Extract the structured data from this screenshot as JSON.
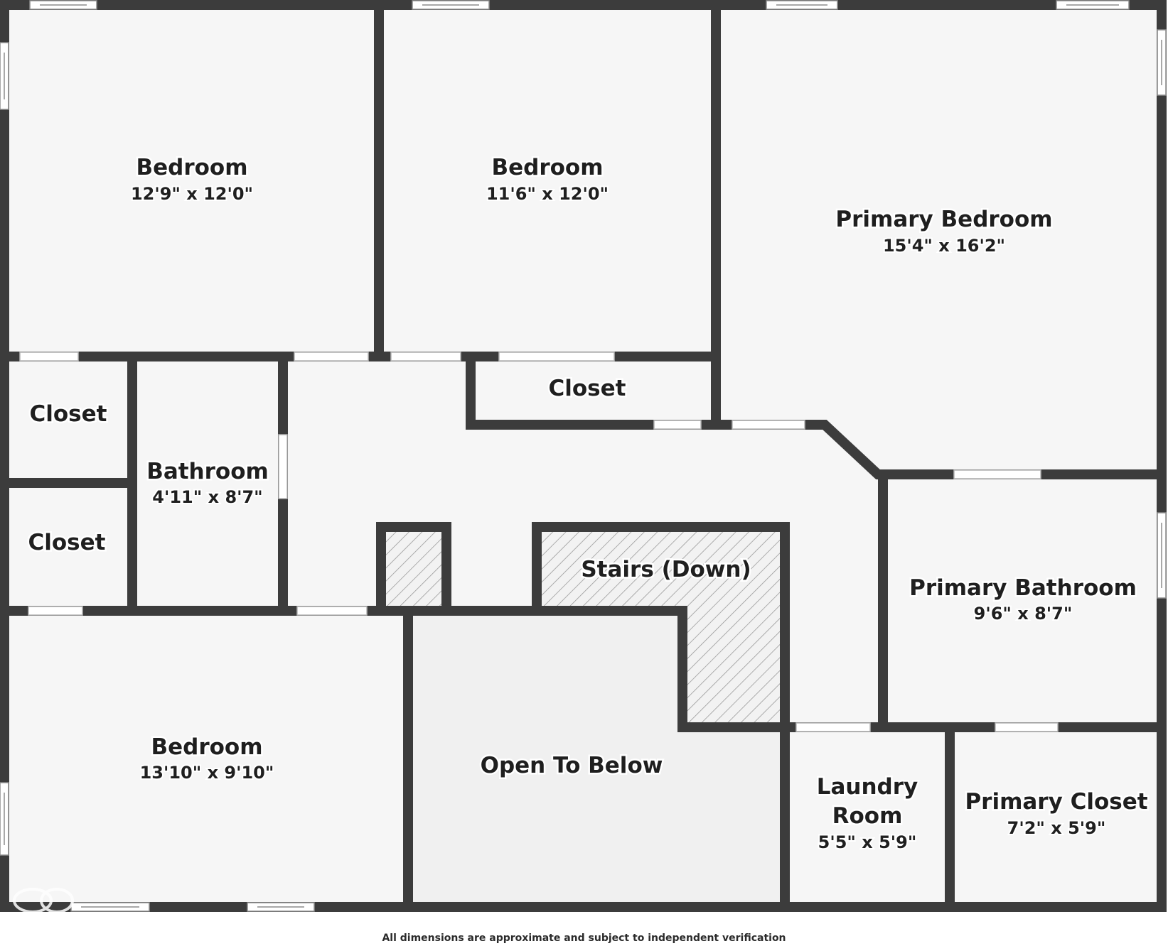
{
  "rooms": {
    "bedroom_1": {
      "name": "Bedroom",
      "dims": "12'9\" x 12'0\""
    },
    "bedroom_2": {
      "name": "Bedroom",
      "dims": "11'6\" x 12'0\""
    },
    "primary_bedroom": {
      "name": "Primary Bedroom",
      "dims": "15'4\" x 16'2\""
    },
    "closet_hall": {
      "name": "Closet"
    },
    "closet_upper": {
      "name": "Closet"
    },
    "closet_lower": {
      "name": "Closet"
    },
    "bathroom": {
      "name": "Bathroom",
      "dims": "4'11\" x 8'7\""
    },
    "stairs": {
      "name": "Stairs (Down)"
    },
    "primary_bathroom": {
      "name": "Primary Bathroom",
      "dims": "9'6\" x 8'7\""
    },
    "bedroom_3": {
      "name": "Bedroom",
      "dims": "13'10\" x 9'10\""
    },
    "open_to_below": {
      "name": "Open To Below"
    },
    "laundry_room": {
      "name_line1": "Laundry",
      "name_line2": "Room",
      "dims": "5'5\" x 5'9\""
    },
    "primary_closet": {
      "name": "Primary Closet",
      "dims": "7'2\" x 5'9\""
    }
  },
  "footer": {
    "disclaimer": "All dimensions are approximate and subject to independent verification"
  },
  "colors": {
    "wall": "#3c3c3c",
    "floor": "#f6f6f6",
    "open_area": "#f0f0f0",
    "hatch": "#9a9a9a"
  }
}
